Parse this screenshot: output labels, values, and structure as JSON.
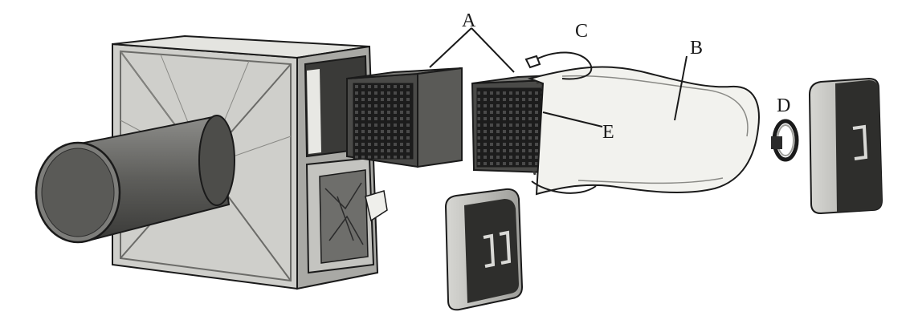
{
  "labels": {
    "A": "A",
    "B": "B",
    "C": "C",
    "D": "D",
    "E": "E"
  },
  "colors": {
    "outline": "#1a1a1a",
    "housing_light": "#d9d9d6",
    "housing_mid": "#b8b8b4",
    "dark": "#2b2b2b",
    "bag": "#f2f2ee"
  }
}
